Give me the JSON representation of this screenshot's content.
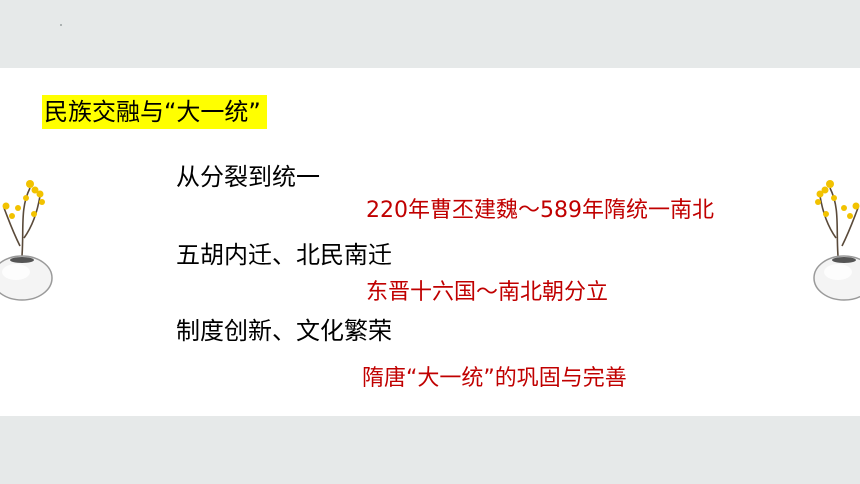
{
  "slide": {
    "title": "民族交融与“大一统”",
    "items": [
      {
        "heading": "从分裂到统一",
        "detail": "220年曹丕建魏～589年隋统一南北"
      },
      {
        "heading": "五胡内迁、北民南迁",
        "detail": "东晋十六国～南北朝分立"
      },
      {
        "heading": "制度创新、文化繁荣",
        "detail": "隋唐“大一统”的巩固与完善"
      }
    ]
  },
  "colors": {
    "title_highlight": "#ffff00",
    "heading": "#000000",
    "detail": "#c00000"
  },
  "decorations": [
    "vase-with-flowers-left",
    "vase-with-flowers-right"
  ]
}
